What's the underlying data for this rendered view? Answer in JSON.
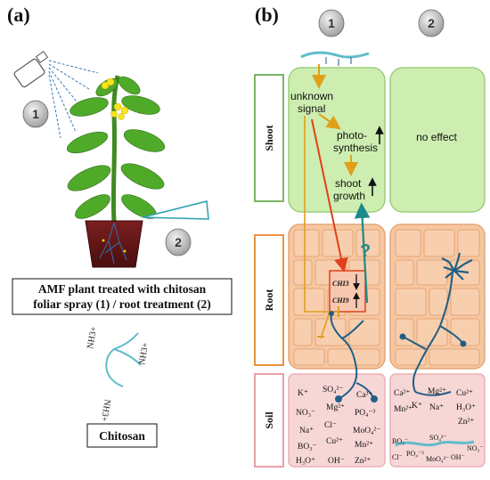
{
  "panels": {
    "a": "(a)",
    "b": "(b)"
  },
  "treatments": {
    "one": "1",
    "two": "2"
  },
  "left": {
    "caption_line1": "AMF plant treated with chitosan",
    "caption_line2": "foliar spray (1) / root treatment (2)",
    "chitosan_label": "Chitosan",
    "nh3_labels": [
      "NH3+",
      "NH3+",
      "NH3+"
    ]
  },
  "zones": {
    "shoot": "Shoot",
    "root": "Root",
    "soil": "Soil"
  },
  "shoot": {
    "unknown_line1": "unknown",
    "unknown_line2": "signal",
    "photo_line1": "photo-",
    "photo_line2": "synthesis",
    "growth_line1": "shoot",
    "growth_line2": "growth",
    "no_effect": "no effect"
  },
  "root": {
    "gene1": "CHI3",
    "gene2": "CHI9",
    "question": "?"
  },
  "soil": {
    "ions_left": [
      "K⁺",
      "SO₄²⁻",
      "Ca²⁺",
      "NO₃⁻",
      "Mg²⁺",
      "PO₄⁻³",
      "Na⁺",
      "Cl⁻",
      "MoO₄²⁻",
      "BO₃⁻",
      "Cu²⁺",
      "Mn²⁺",
      "H₃O⁺",
      "OH⁻",
      "Zn²⁺"
    ],
    "ions_right": [
      "Ca²⁺",
      "Mg²⁺",
      "Cu²⁺",
      "K⁺",
      "Mn²⁺",
      "Na⁺",
      "H₃O⁺",
      "Zn²⁺"
    ],
    "ions_bottom": [
      "BO₃⁻",
      "SO₄²⁻",
      "Cl⁻",
      "PO₄⁻³",
      "MoO₄²⁻",
      "OH⁻",
      "NO₃⁻"
    ]
  },
  "colors": {
    "shoot_fill": "#cdeeb0",
    "root_fill": "#f6c7a0",
    "soil_fill": "#f7d6d6",
    "hyphae": "#1f5f86",
    "orange_arrow": "#e0a019",
    "red_arrow": "#e0401c",
    "teal_arrow": "#1a8a8a",
    "chitosan": "#5fbcc9"
  }
}
